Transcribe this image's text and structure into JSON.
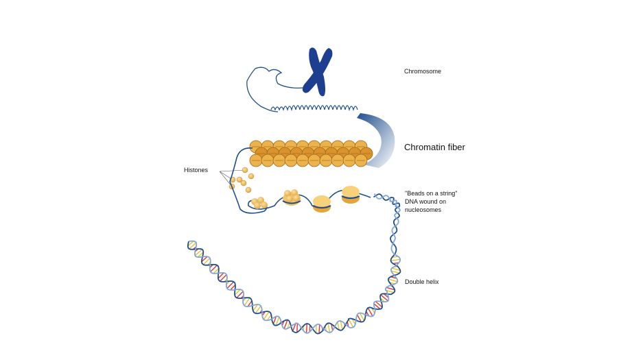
{
  "labels": {
    "chromosome": "Chromosome",
    "chromatin_fiber": "Chromatin fiber",
    "histones": "Histones",
    "beads_line1": "\"Beads on a string\"",
    "beads_line2": "DNA wound on",
    "beads_line3": "nucleosomes",
    "double_helix": "Double helix"
  },
  "colors": {
    "dna_blue": "#1f4e8c",
    "chromosome_blue": "#1e3f8f",
    "histone_gold": "#e9a93a",
    "histone_light": "#f7d27a"
  }
}
